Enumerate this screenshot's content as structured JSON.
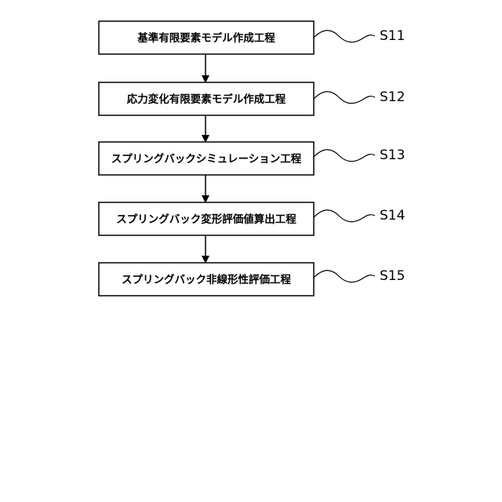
{
  "flowchart": {
    "steps": [
      {
        "id": "S11",
        "text": "基準有限要素モデル作成工程"
      },
      {
        "id": "S12",
        "text": "応力変化有限要素モデル作成工程"
      },
      {
        "id": "S13",
        "text": "スプリングバックシミュレーション工程"
      },
      {
        "id": "S14",
        "text": "スプリングバック変形評価値算出工程"
      },
      {
        "id": "S15",
        "text": "スプリングバック非線形性評価工程"
      }
    ]
  },
  "colors": {
    "stroke": "#000000",
    "box_fill": "#ffffff"
  }
}
